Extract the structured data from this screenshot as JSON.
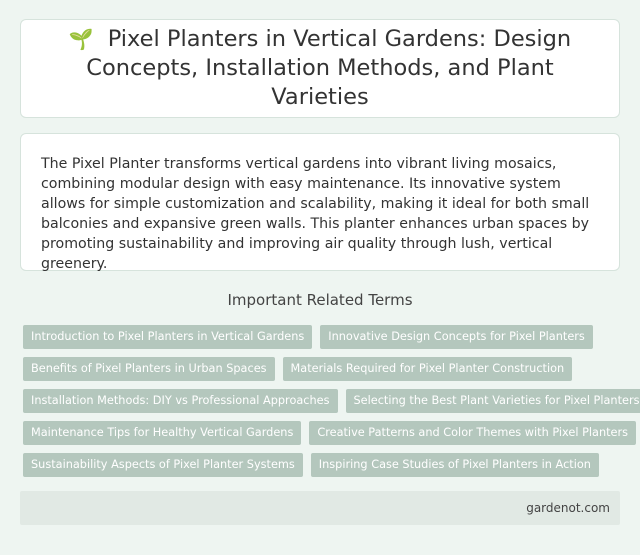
{
  "header": {
    "icon": "seedling-icon",
    "title": "Pixel Planters in Vertical Gardens: Design Concepts, Installation Methods, and Plant Varieties"
  },
  "summary": {
    "text": "The Pixel Planter transforms vertical gardens into vibrant living mosaics, combining modular design with easy maintenance. Its innovative system allows for simple customization and scalability, making it ideal for both small balconies and expansive green walls. This planter enhances urban spaces by promoting sustainability and improving air quality through lush, vertical greenery."
  },
  "related": {
    "heading": "Important Related Terms",
    "tags": [
      "Introduction to Pixel Planters in Vertical Gardens",
      "Innovative Design Concepts for Pixel Planters",
      "Benefits of Pixel Planters in Urban Spaces",
      "Materials Required for Pixel Planter Construction",
      "Installation Methods: DIY vs Professional Approaches",
      "Selecting the Best Plant Varieties for Pixel Planters",
      "Maintenance Tips for Healthy Vertical Gardens",
      "Creative Patterns and Color Themes with Pixel Planters",
      "Sustainability Aspects of Pixel Planter Systems",
      "Inspiring Case Studies of Pixel Planters in Action"
    ]
  },
  "footer": {
    "site": "gardenot.com"
  },
  "colors": {
    "background": "#eef5f1",
    "tag": "#b4c7bd",
    "footer": "#e1e9e4"
  }
}
